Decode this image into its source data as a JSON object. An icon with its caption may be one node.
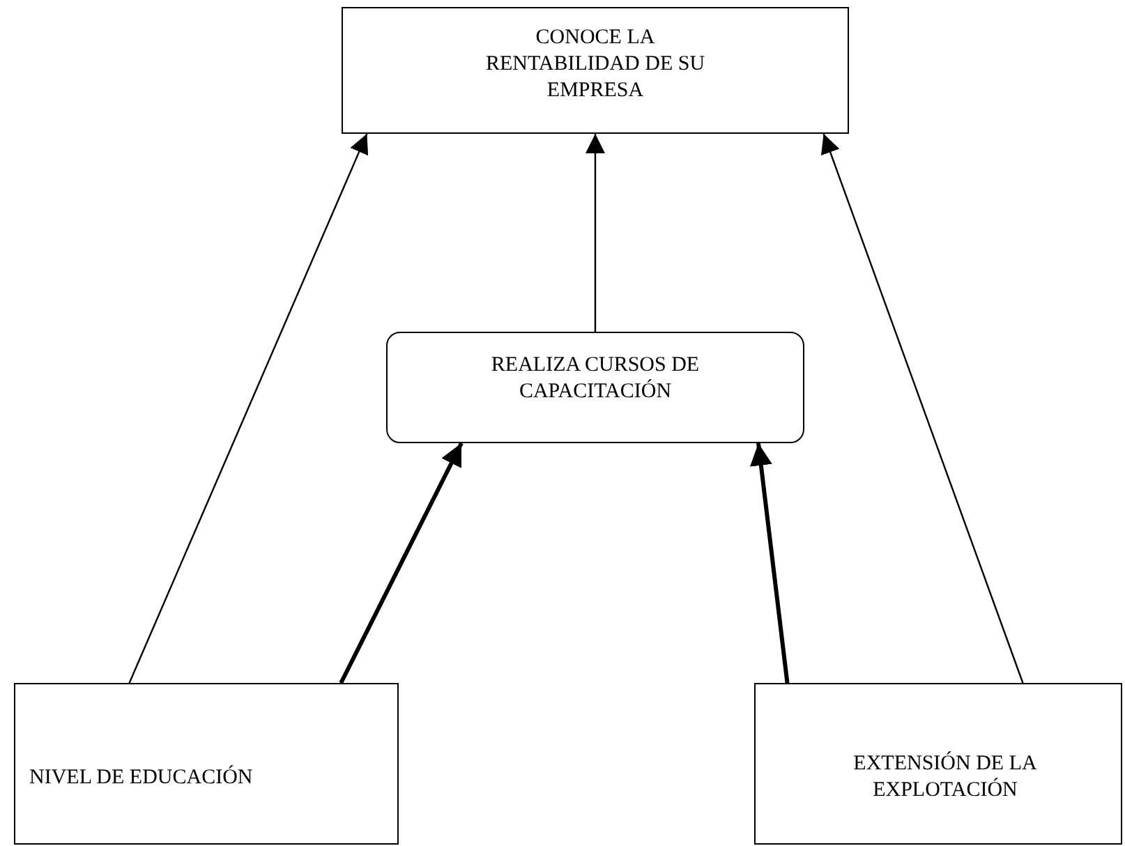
{
  "diagram": {
    "nodes": [
      {
        "text": [
          "CONOCE LA RENTABILIDAD DE SU EMPRESA"
        ]
      },
      {
        "text": [
          "REALIZA CURSOS DE CAPACITACIÓN"
        ]
      },
      {
        "text": [
          "NIVEL DE EDUCACIÓN"
        ]
      },
      {
        "text": [
          "EXTENSIÓN DE LA EXPLOTACIÓN"
        ]
      }
    ],
    "edges": [
      {
        "from": 2,
        "to": 0,
        "arrow": "to"
      },
      {
        "from": 2,
        "to": 1,
        "arrow": "to",
        "style": "thick"
      },
      {
        "from": 1,
        "to": 0,
        "arrow": "to"
      },
      {
        "from": 3,
        "to": 1,
        "arrow": "to",
        "style": "thick"
      },
      {
        "from": 3,
        "to": 0,
        "arrow": "to"
      }
    ]
  }
}
